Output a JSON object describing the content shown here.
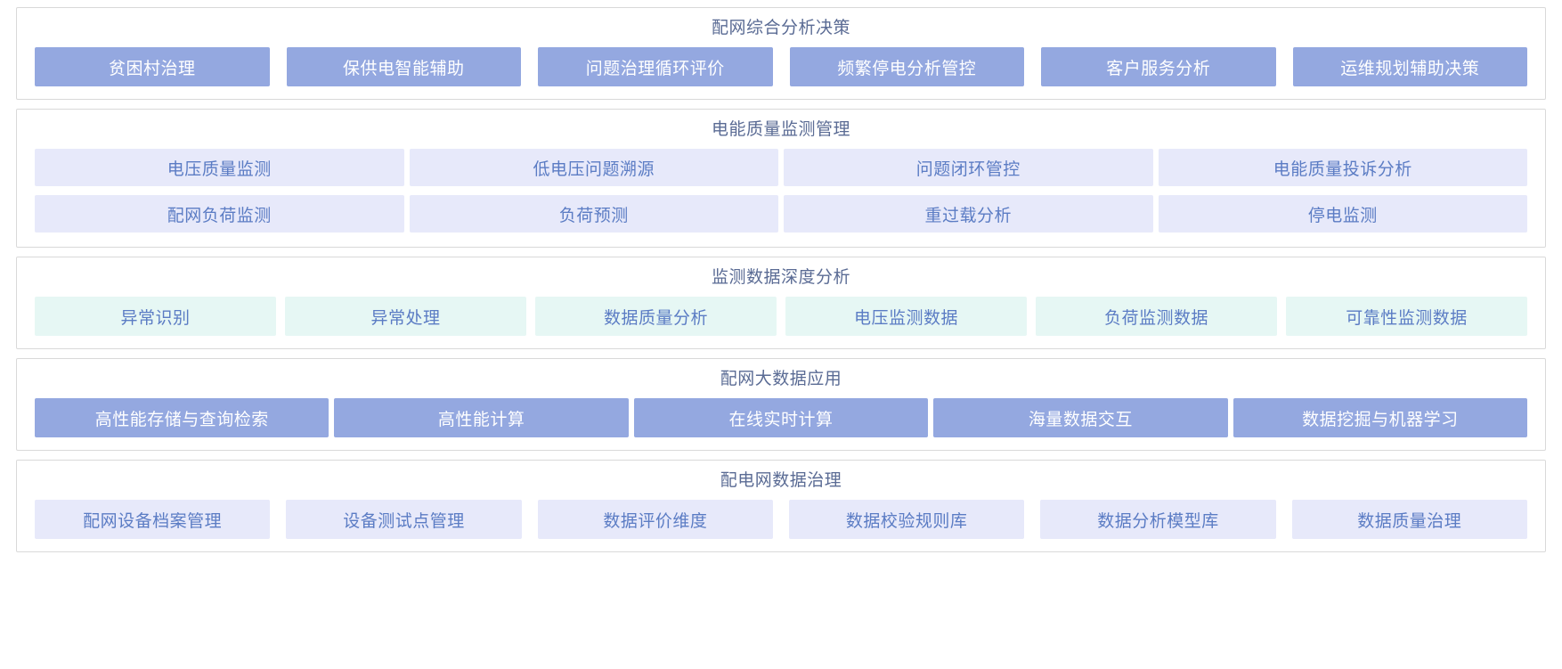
{
  "sections": [
    {
      "id": "comprehensive-analysis-decision",
      "title": "配网综合分析决策",
      "style": "solid-blue",
      "rows": [
        [
          "贫困村治理",
          "保供电智能辅助",
          "问题治理循环评价",
          "频繁停电分析管控",
          "客户服务分析",
          "运维规划辅助决策"
        ]
      ]
    },
    {
      "id": "power-quality-monitoring-management",
      "title": "电能质量监测管理",
      "style": "soft-lavender",
      "rows": [
        [
          "电压质量监测",
          "低电压问题溯源",
          "问题闭环管控",
          "电能质量投诉分析"
        ],
        [
          "配网负荷监测",
          "负荷预测",
          "重过载分析",
          "停电监测"
        ]
      ]
    },
    {
      "id": "monitoring-data-deep-analysis",
      "title": "监测数据深度分析",
      "style": "soft-mint",
      "rows": [
        [
          "异常识别",
          "异常处理",
          "数据质量分析",
          "电压监测数据",
          "负荷监测数据",
          "可靠性监测数据"
        ]
      ]
    },
    {
      "id": "distribution-network-big-data-application",
      "title": "配网大数据应用",
      "style": "solid-blue",
      "rows": [
        [
          "高性能存储与查询检索",
          "高性能计算",
          "在线实时计算",
          "海量数据交互",
          "数据挖掘与机器学习"
        ]
      ]
    },
    {
      "id": "distribution-network-data-governance",
      "title": "配电网数据治理",
      "style": "soft-lavender",
      "rows": [
        [
          "配网设备档案管理",
          "设备测试点管理",
          "数据评价维度",
          "数据校验规则库",
          "数据分析模型库",
          "数据质量治理"
        ]
      ]
    }
  ],
  "colors": {
    "solid_blue_bg": "#94a8e0",
    "solid_blue_text": "#ffffff",
    "soft_lavender_bg": "#e7e9fa",
    "soft_mint_bg": "#e6f7f4",
    "soft_text": "#5b7cc4",
    "card_border": "#d9d9d9",
    "title_text": "#5a6b94",
    "page_bg": "#ffffff"
  }
}
